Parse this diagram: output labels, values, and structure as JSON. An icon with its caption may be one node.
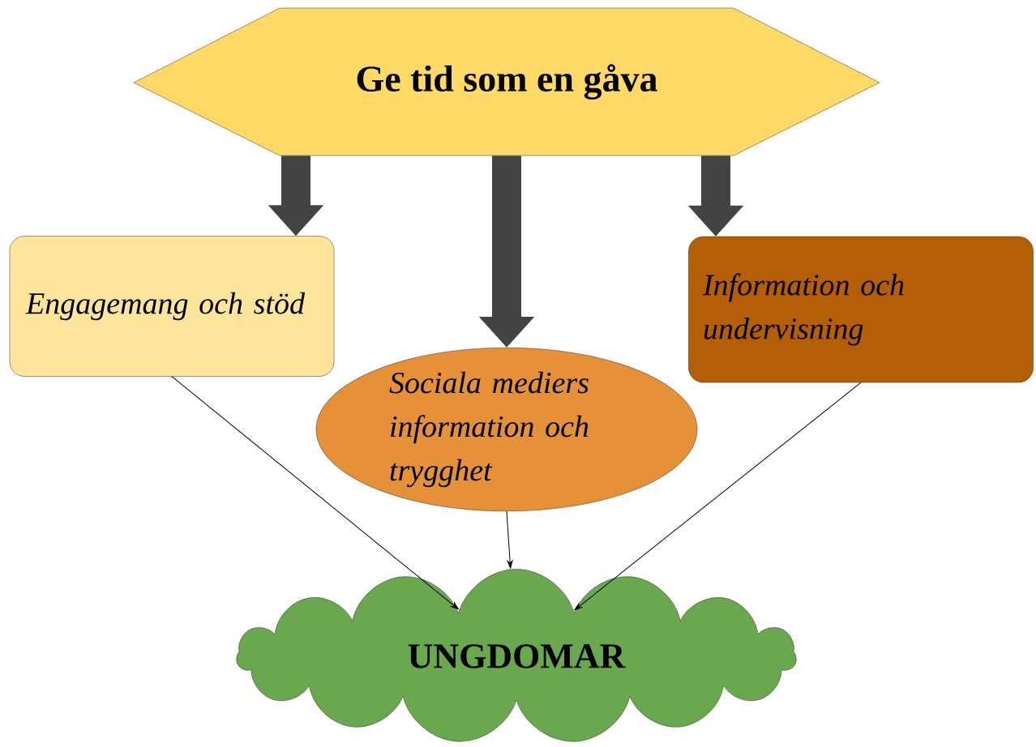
{
  "diagram": {
    "nodes": [
      {
        "text": [
          "Ge tid som en gåva"
        ]
      },
      {
        "text": [
          "Engagemang och stöd"
        ]
      },
      {
        "text": [
          "Sociala mediers information och trygghet"
        ]
      },
      {
        "text": [
          "Information och undervisning"
        ]
      },
      {
        "text": [
          "UNGDOMAR"
        ]
      }
    ],
    "edges": [
      {
        "from": 0,
        "to": 1,
        "arrow": "to",
        "style": "thick",
        "color": "#434343"
      },
      {
        "from": 0,
        "to": 2,
        "arrow": "to",
        "style": "thick",
        "color": "#434343"
      },
      {
        "from": 0,
        "to": 3,
        "arrow": "to",
        "style": "thick",
        "color": "#434343"
      },
      {
        "from": 1,
        "to": 4,
        "arrow": "to"
      },
      {
        "from": 2,
        "to": 4,
        "arrow": "to"
      },
      {
        "from": 3,
        "to": 4,
        "arrow": "to"
      }
    ]
  }
}
